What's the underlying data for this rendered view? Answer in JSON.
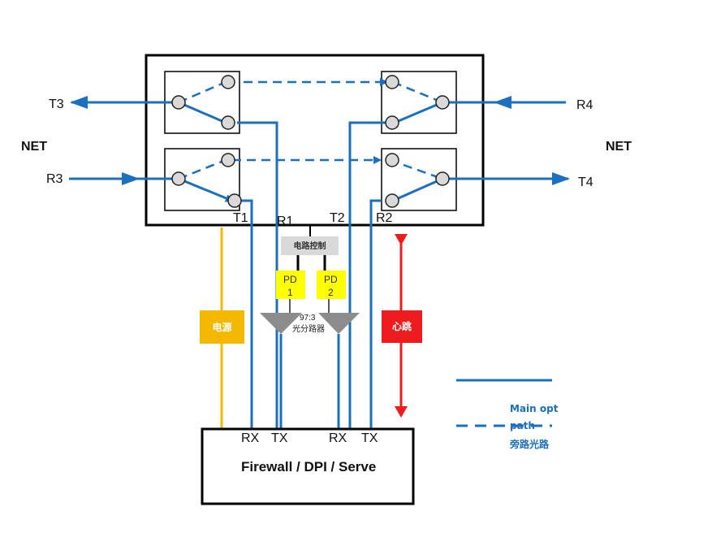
{
  "ports": {
    "t3": "T3",
    "r3": "R3",
    "r4": "R4",
    "t4": "T4",
    "t1": "T1",
    "r1": "R1",
    "t2": "T2",
    "r2": "R2"
  },
  "net_left": "NET",
  "net_right": "NET",
  "circuit_control": "电路控制",
  "pd1": {
    "line1": "PD",
    "line2": "1"
  },
  "pd2": {
    "line1": "PD",
    "line2": "2"
  },
  "splitter": {
    "ratio": "97:3",
    "name": "光分路器"
  },
  "power_label": "电源",
  "heartbeat_label": "心跳",
  "server": {
    "title": "Firewall / DPI / Serve",
    "ports": [
      "RX",
      "TX",
      "RX",
      "TX"
    ]
  },
  "legend": {
    "main_line1": "Main opt",
    "main_line2": "path",
    "bypass": "旁路光路"
  },
  "colors": {
    "blue": "#1a6fbf",
    "power": "#f5b800",
    "heartbeat": "#ee1c1c",
    "pd": "#ffff00",
    "splitter": "#8c8c8c",
    "control": "#d9d9d9"
  }
}
